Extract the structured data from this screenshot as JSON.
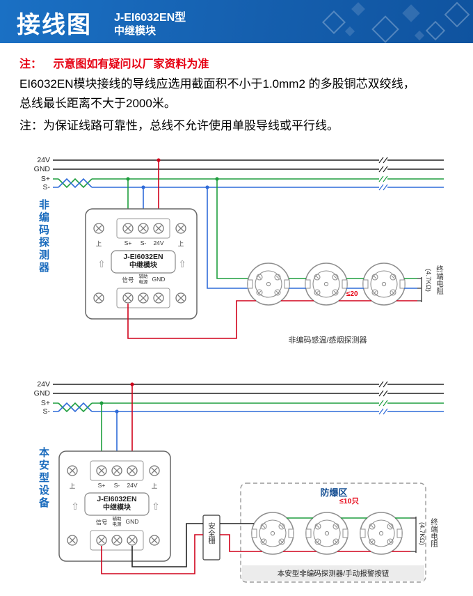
{
  "header": {
    "title": "接线图",
    "model": "J-EI6032EN型",
    "subtitle": "中继模块"
  },
  "intro": {
    "note_label": "注：",
    "note_text": "示意图如有疑问以厂家资料为准",
    "line1": "EI6032EN模块接线的导线应选用截面积不小于1.0mm2 的多股铜芯双绞线，",
    "line2": "总线最长距离不大于2000米。",
    "note2": "注：为保证线路可靠性，总线不允许使用单股导线或平行线。"
  },
  "bus": {
    "labels": [
      "24V",
      "GND",
      "S+",
      "S-"
    ]
  },
  "module": {
    "name": "J-EI6032EN",
    "type": "中继模块",
    "terminals_top": [
      "上",
      "S+",
      "S-",
      "24V",
      "上"
    ],
    "terminal_signal": "信号",
    "terminal_aux_line1": "辅助",
    "terminal_aux_line2": "电源",
    "terminal_gnd": "GND",
    "arrow_icon": "⇧"
  },
  "diagram1": {
    "side_label": "非编码探测器",
    "caption": "非编码感温/感烟探测器",
    "count_note": "≤20",
    "resistor_name": "终端电阻",
    "resistor_value": "(4.7KΩ)"
  },
  "diagram2": {
    "side_label": "本安型设备",
    "zone_label": "防爆区",
    "count_note": "≤10只",
    "barrier_label": "安全栅",
    "caption": "本安型非编码探测器/手动报警按钮",
    "resistor_name": "终端电阻",
    "resistor_value": "(4.7KΩ)"
  },
  "colors": {
    "wire_24v": "#d0021b",
    "wire_gnd": "#222222",
    "wire_splus": "#1e9e3e",
    "wire_sminus": "#2f6bd8",
    "accent_blue": "#1a6bbd",
    "note_red": "#e60012"
  }
}
